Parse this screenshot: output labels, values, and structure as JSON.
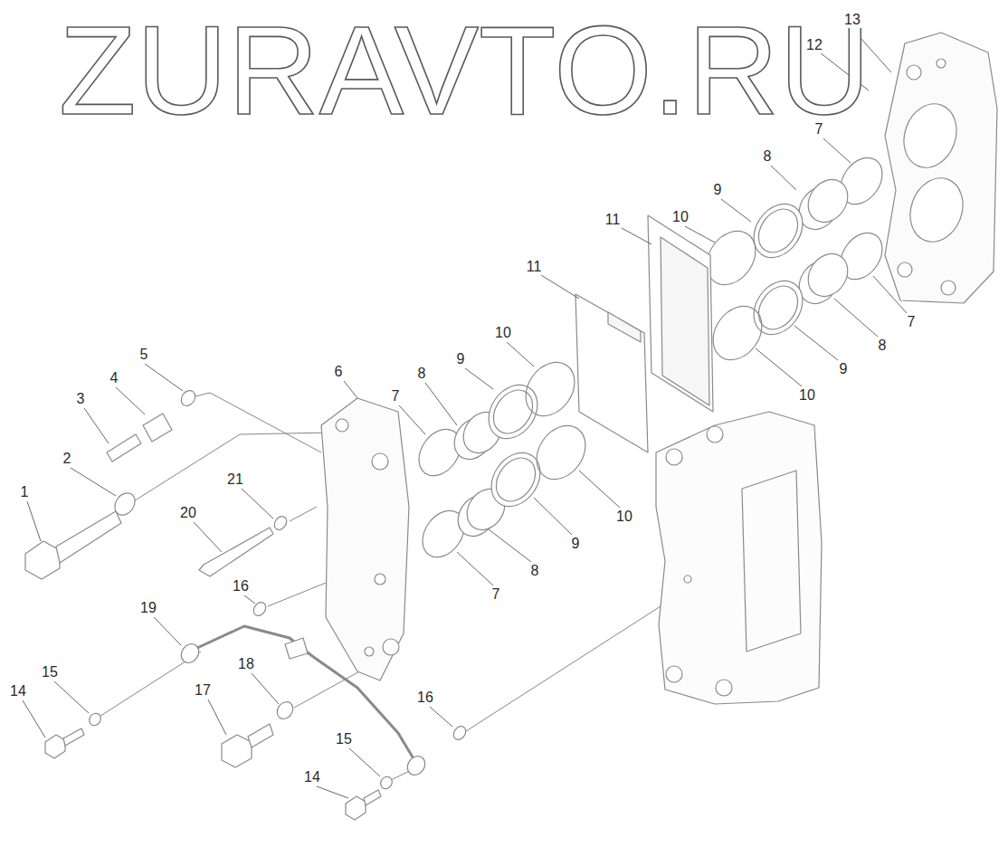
{
  "diagram": {
    "labels": [
      "ZURAVTO.RU",
      "13",
      "12",
      "7",
      "8",
      "9",
      "11",
      "10",
      "11",
      "10",
      "9",
      "8",
      "7",
      "6",
      "5",
      "4",
      "3",
      "2",
      "1",
      "21",
      "20",
      "16",
      "19",
      "15",
      "14",
      "17",
      "18",
      "16",
      "15",
      "14",
      "7",
      "8",
      "9",
      "10",
      "10",
      "9",
      "8",
      "7"
    ]
  }
}
